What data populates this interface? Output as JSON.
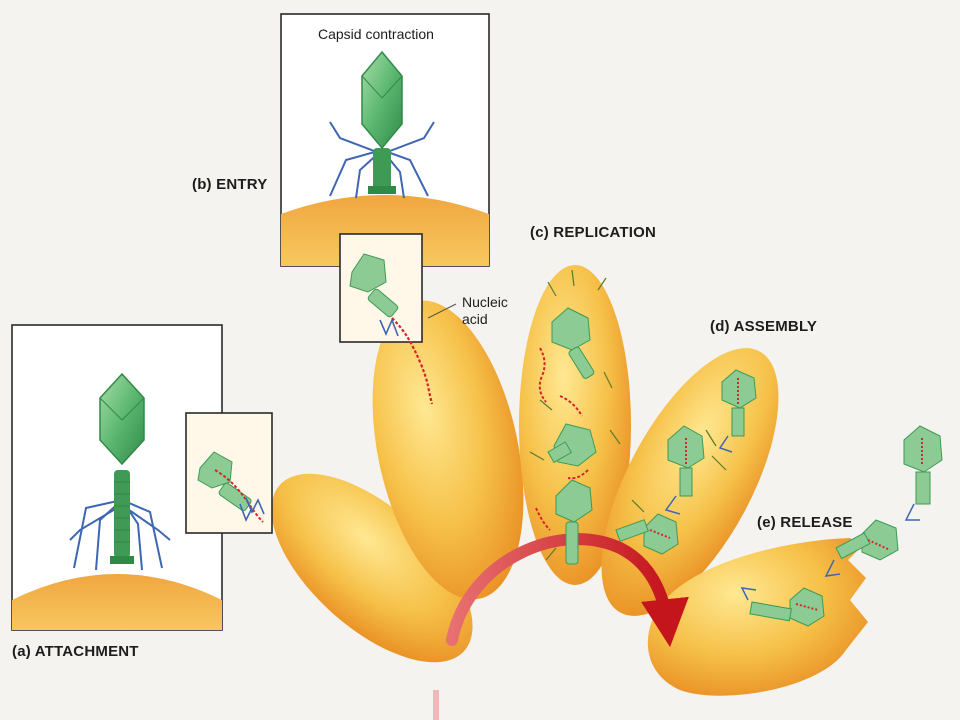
{
  "figure": {
    "stages": {
      "attachment": "(a) ATTACHMENT",
      "entry": "(b) ENTRY",
      "replication": "(c) REPLICATION",
      "assembly": "(d) ASSEMBLY",
      "release": "(e) RELEASE"
    },
    "annotations": {
      "capsid_contraction": "Capsid contraction",
      "nucleic_acid_line1": "Nucleic",
      "nucleic_acid_line2": "acid"
    }
  },
  "colors": {
    "cell_fill": "#f4b43a",
    "cell_edge": "#e89a2a",
    "membrane": "#f0a640",
    "capsid": "#6cbf7a",
    "capsid_dark": "#3e9a55",
    "tail_fibers": "#3f66b3",
    "dna": "#d8232a",
    "cycle_arrow": "#d8232a",
    "frame": "#2a2a2a"
  },
  "icons": [
    "bacteriophage-icon",
    "bacterial-cell-icon",
    "cycle-arrow-icon"
  ]
}
